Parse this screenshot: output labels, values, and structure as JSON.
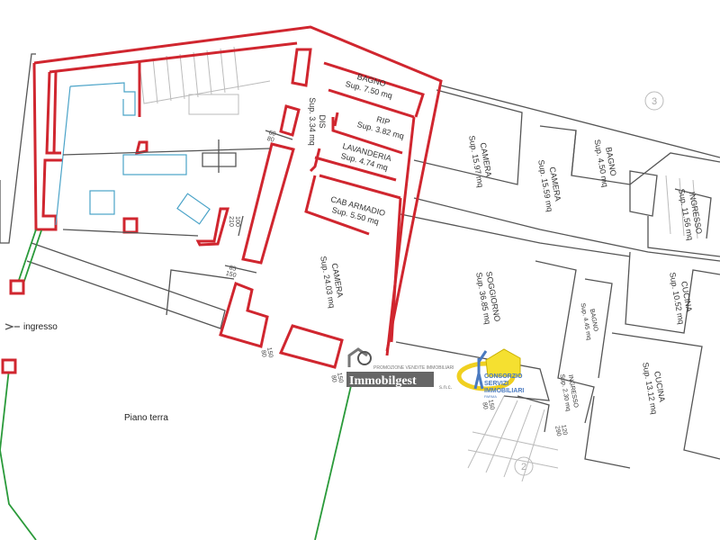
{
  "floor_label": "Piano terra",
  "entrance_label": "ingresso",
  "rooms": [
    {
      "name": "BAGNO",
      "area": "Sup. 7.50 mq"
    },
    {
      "name": "RIP",
      "area": "Sup. 3.82 mq"
    },
    {
      "name": "LAVANDERIA",
      "area": "Sup. 4.74 mq"
    },
    {
      "name": "CAB ARMADIO",
      "area": "Sup. 5.50 mq"
    },
    {
      "name": "DIS",
      "area": "Sup. 3.34 mq"
    },
    {
      "name": "CAMERA",
      "area": "Sup. 24.03 mq"
    },
    {
      "name": "SOGGIORNO",
      "area": "Sup. 36.85 mq"
    },
    {
      "name": "CAMERA",
      "area": "Sup. 15.97 mq"
    },
    {
      "name": "CAMERA",
      "area": "Sup. 15.59 mq"
    },
    {
      "name": "BAGNO",
      "area": "Sup. 4.50 mq"
    },
    {
      "name": "INGRESSO",
      "area": "Sup. 11.56 mq"
    },
    {
      "name": "CUCINA",
      "area": "Sup. 10.52 mq"
    },
    {
      "name": "BAGNO",
      "area": "Sup. 4.45 mq"
    },
    {
      "name": "CUCINA",
      "area": "Sup. 13.12 mq"
    },
    {
      "name": "INGRESSO",
      "area": "Sup. 2.30 mq"
    }
  ],
  "dimensions": [
    {
      "top": "60",
      "bottom": "80"
    },
    {
      "top": "100",
      "bottom": "210"
    },
    {
      "top": "85",
      "bottom": "150"
    },
    {
      "top": "150",
      "bottom": "80"
    },
    {
      "top": "150",
      "bottom": "80"
    },
    {
      "top": "150",
      "bottom": "80"
    },
    {
      "top": "120",
      "bottom": "290"
    }
  ],
  "unit_markers": [
    "3",
    "2"
  ],
  "logos": {
    "immobilgest": {
      "name": "Immobilgest",
      "tagline": "PROMOZIONE VENDITE IMMOBILIARI",
      "suffix": "s.n.c."
    },
    "consorzio": {
      "line1": "CONSORZIO",
      "line2": "SERVIZI",
      "line3": "IMMOBILIARI",
      "city": "PARMA"
    }
  },
  "colors": {
    "walls_new": "#d0262f",
    "walls_existing": "#555555",
    "furniture": "#4aa3c8",
    "boundary": "#2a9a3a"
  }
}
